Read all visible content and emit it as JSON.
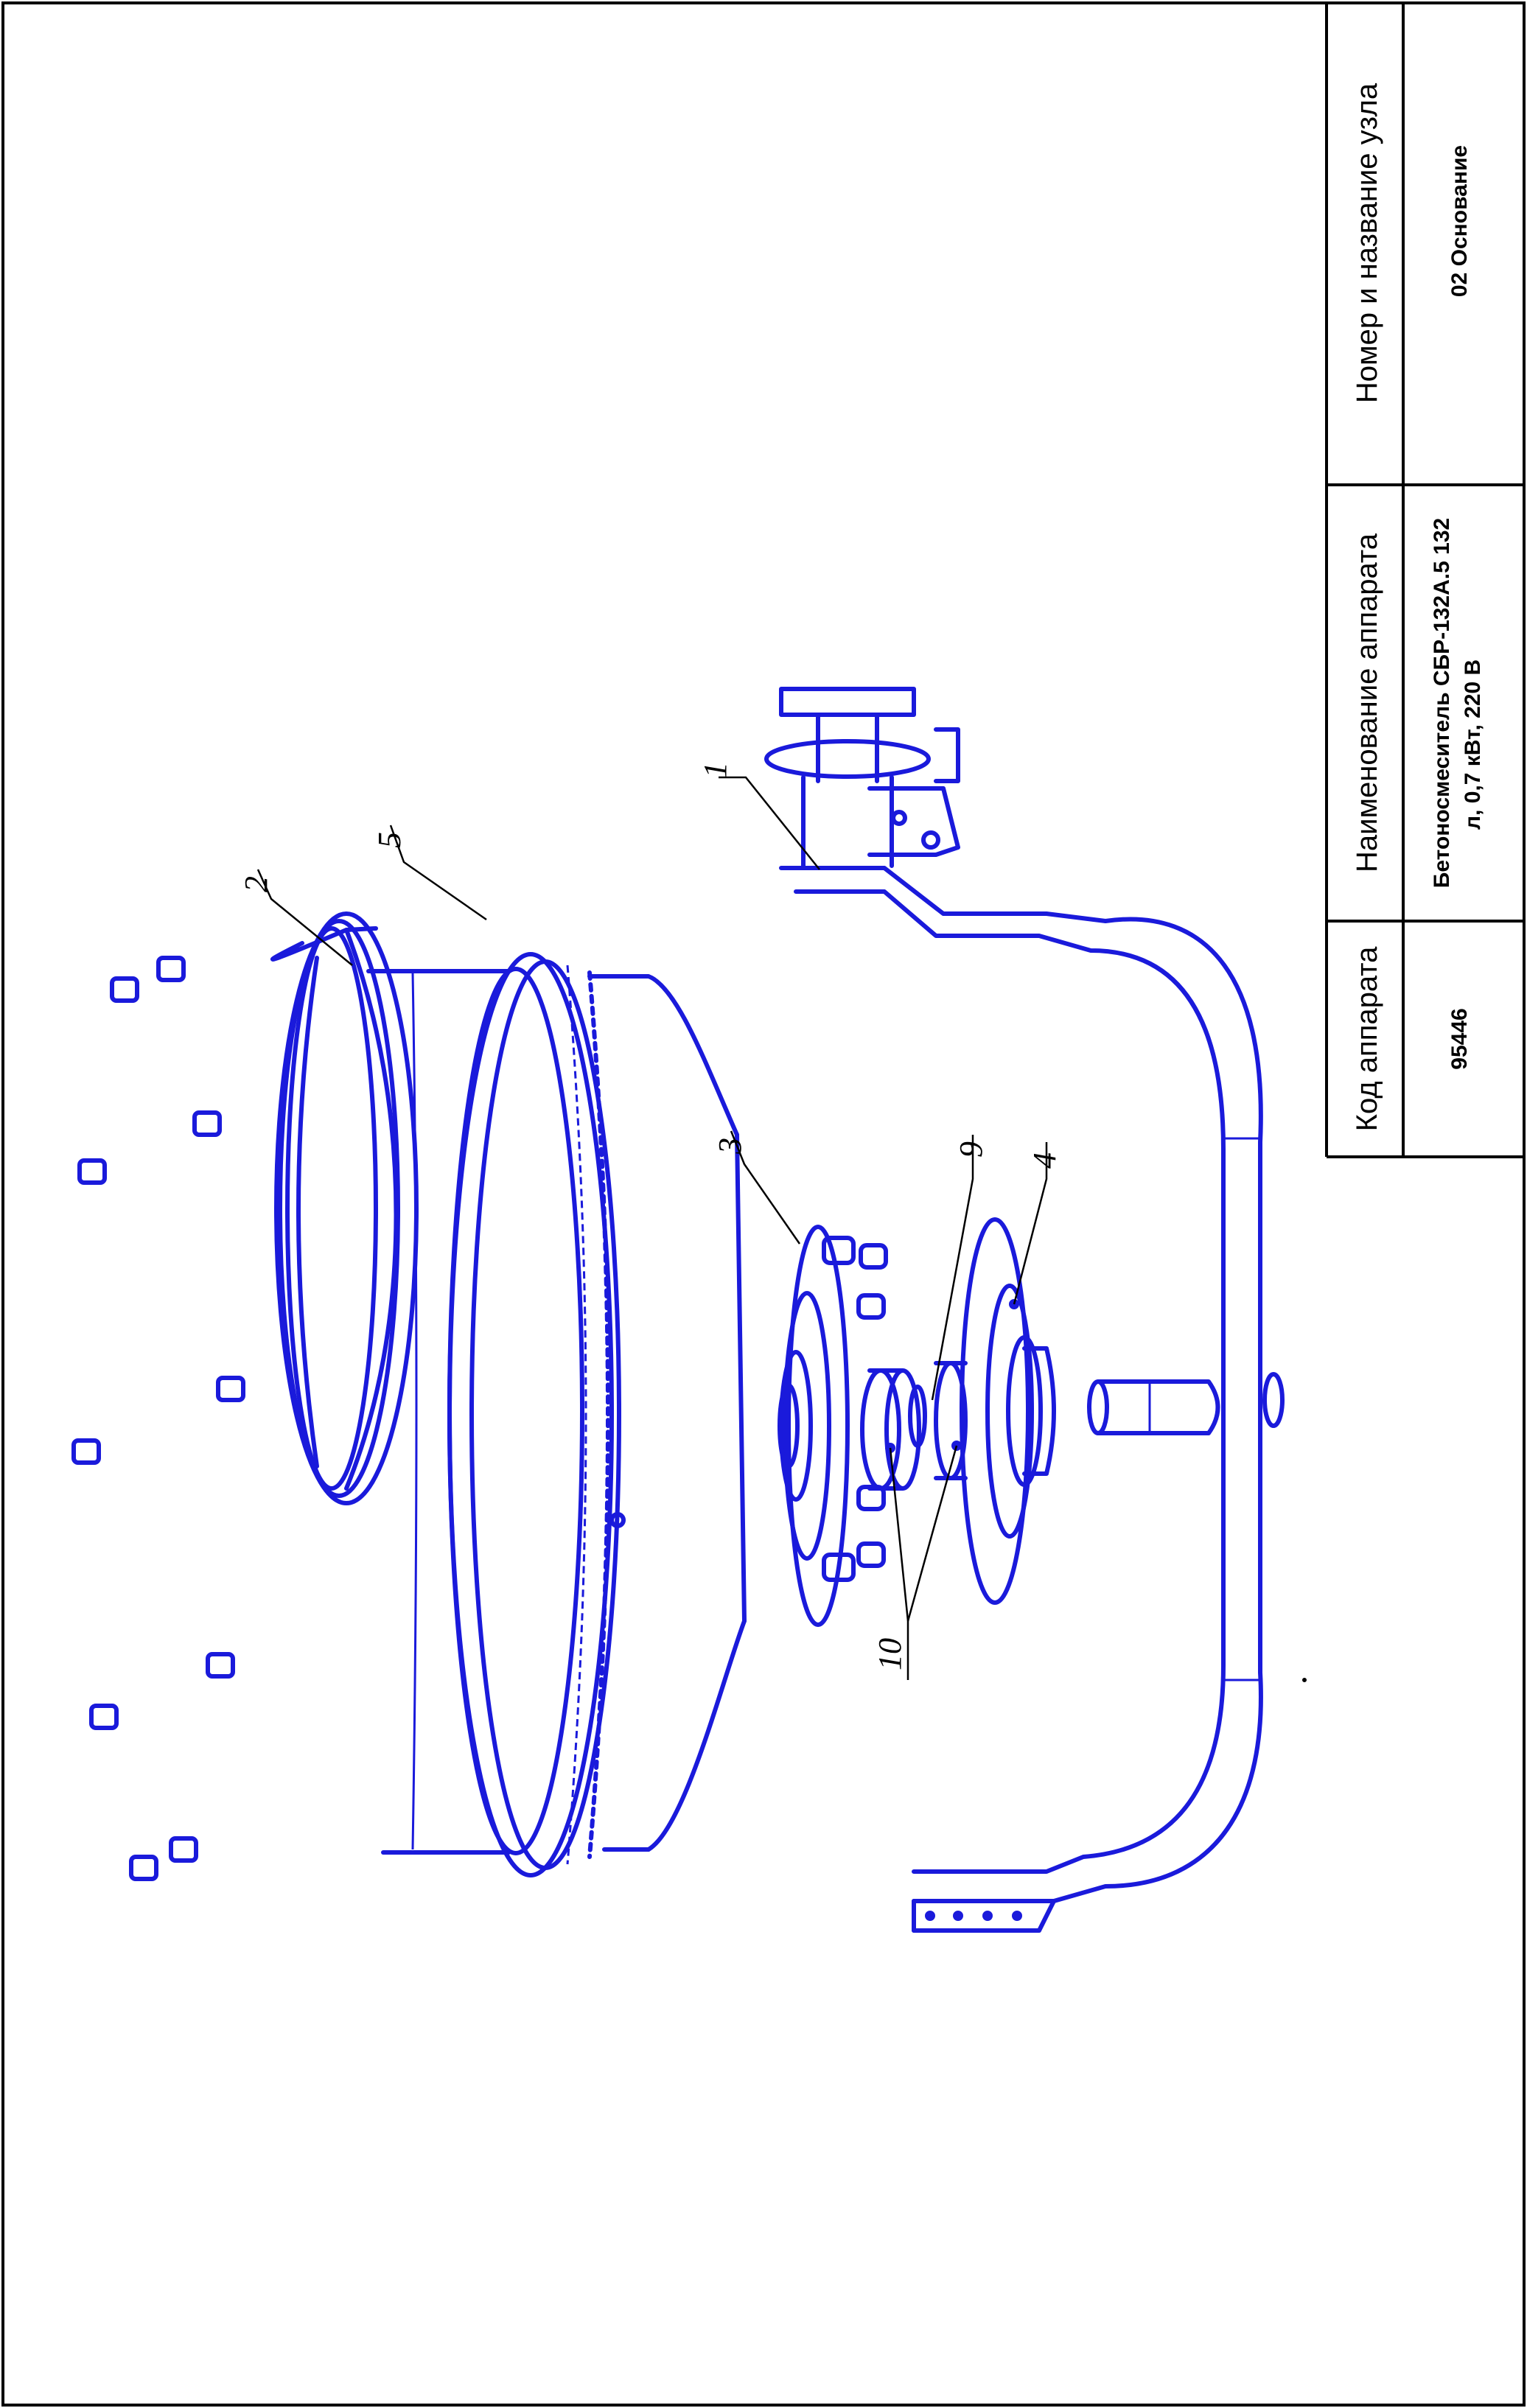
{
  "title_block": {
    "code_header": "Код аппарата",
    "name_header": "Наименование аппарата",
    "unit_header": "Номер и название узла",
    "code_value": "95446",
    "name_value_line1": "Бетоносмеситель СБР-132А.5 132",
    "name_value_line2": "л, 0,7 кВт, 220 В",
    "unit_value": "02 Основание"
  },
  "callouts": [
    "1",
    "2",
    "3",
    "4",
    "5",
    "9",
    "10"
  ],
  "colors": {
    "parts": "#1a1adb",
    "lines": "#000000",
    "background": "#ffffff"
  }
}
